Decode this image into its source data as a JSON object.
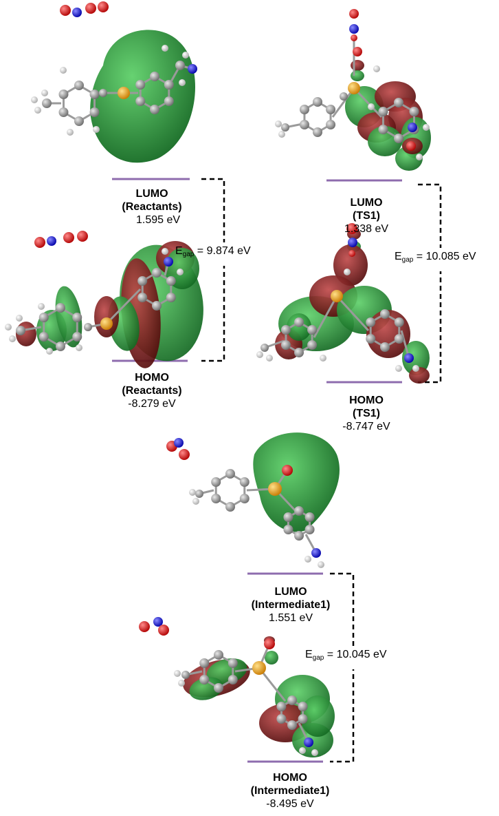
{
  "colors": {
    "level_line": "#8e6cae",
    "orbital_green": "#1f8a2e",
    "orbital_red": "#8a1a1a",
    "carbon": "#8c8c8c",
    "hydrogen": "#e6e6e6",
    "sulfur": "#f0a010",
    "oxygen": "#e01010",
    "nitrogen": "#1010d8"
  },
  "panels": [
    {
      "id": "reactants",
      "lumo": {
        "label": "LUMO",
        "species": "(Reactants)",
        "energy": "1.595 eV"
      },
      "homo": {
        "label": "HOMO",
        "species": "(Reactants)",
        "energy": "-8.279 eV"
      },
      "gap": {
        "symbol": "E",
        "subscript": "gap",
        "value": " = 9.874 eV"
      }
    },
    {
      "id": "ts1",
      "lumo": {
        "label": "LUMO",
        "species": "(TS1)",
        "energy": "1.338 eV"
      },
      "homo": {
        "label": "HOMO",
        "species": "(TS1)",
        "energy": "-8.747 eV"
      },
      "gap": {
        "symbol": "E",
        "subscript": "gap",
        "value": " = 10.085 eV"
      }
    },
    {
      "id": "intermediate1",
      "lumo": {
        "label": "LUMO",
        "species": "(Intermediate1)",
        "energy": "1.551 eV"
      },
      "homo": {
        "label": "HOMO",
        "species": "(Intermediate1)",
        "energy": "-8.495 eV"
      },
      "gap": {
        "symbol": "E",
        "subscript": "gap",
        "value": " = 10.045 eV"
      }
    }
  ]
}
